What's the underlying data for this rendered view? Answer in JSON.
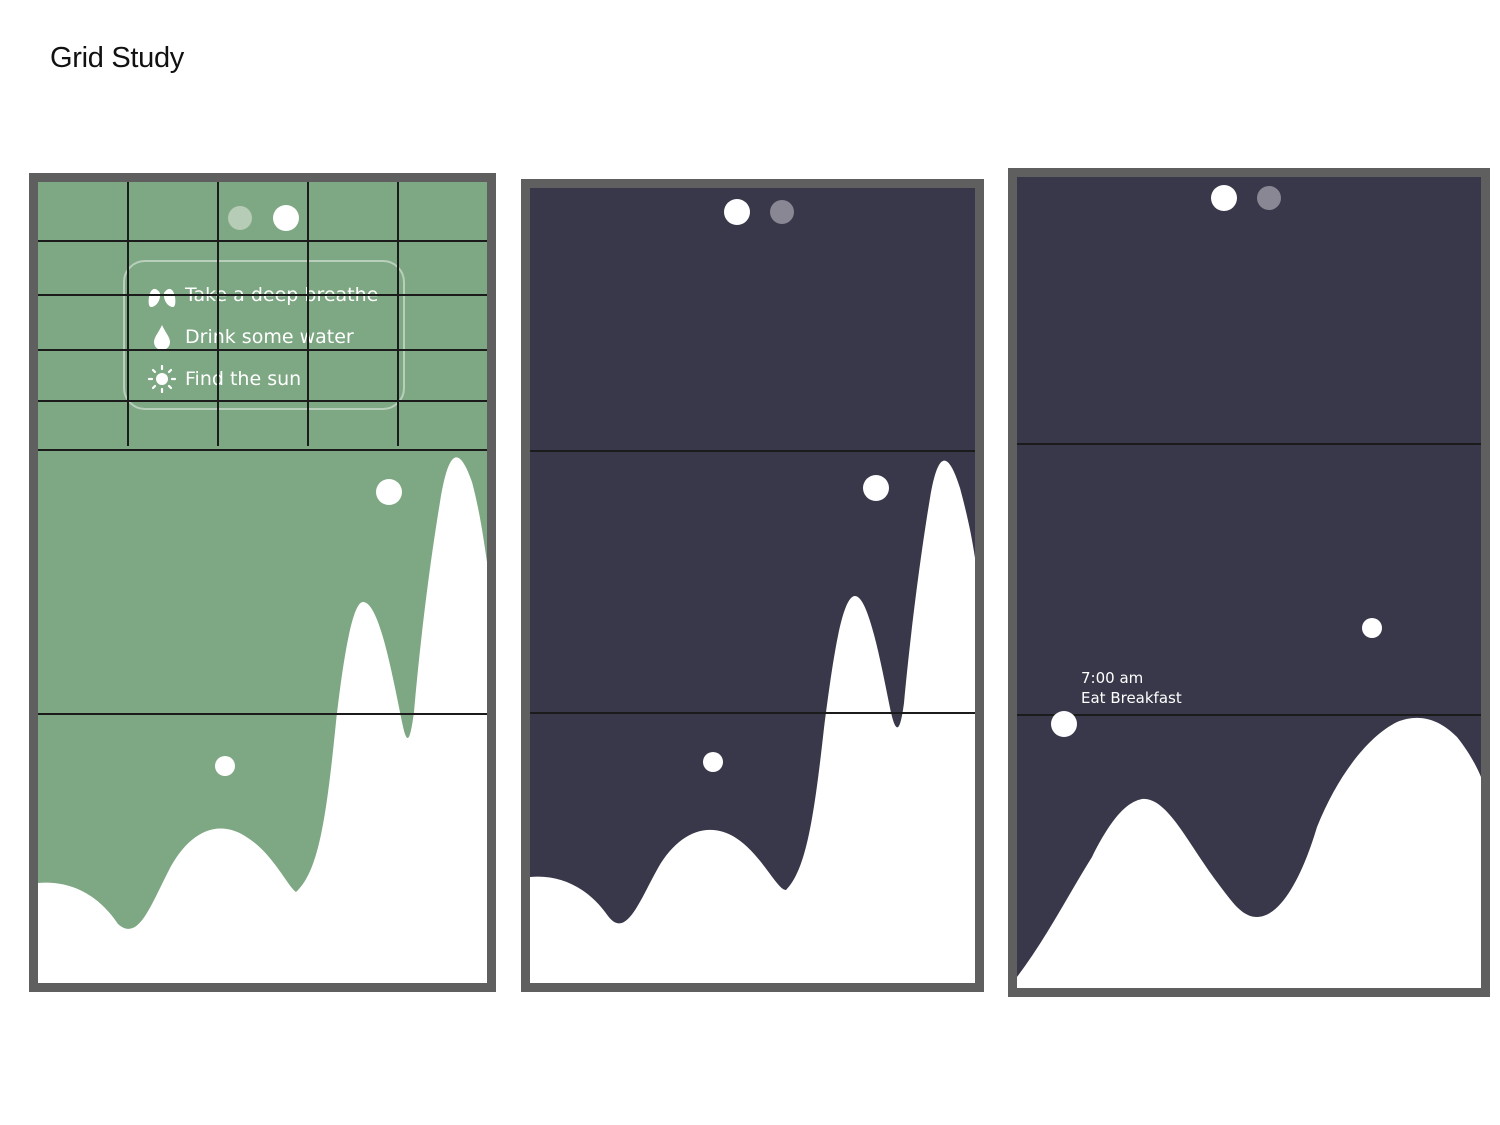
{
  "page": {
    "title": "Grid Study"
  },
  "colors": {
    "frame_border": "#5f5f5f",
    "green_background": "#7ea884",
    "navy_background": "#38384a",
    "wave_fill": "#ffffff",
    "grid_line": "#1b1b1b",
    "inactive_dot_green": "#b6ccb6",
    "inactive_dot_navy": "#8a8795"
  },
  "screens": [
    {
      "name": "screen-1-tasks",
      "background": "green",
      "page_indicator": {
        "pages": 2,
        "active": 2
      },
      "tasks": [
        {
          "icon": "lungs-icon",
          "label": "Take a deep breathe"
        },
        {
          "icon": "water-drop-icon",
          "label": "Drink some water"
        },
        {
          "icon": "sun-icon",
          "label": "Find the sun"
        }
      ]
    },
    {
      "name": "screen-2-waves",
      "background": "navy",
      "page_indicator": {
        "pages": 2,
        "active": 1
      }
    },
    {
      "name": "screen-3-schedule",
      "background": "navy",
      "page_indicator": {
        "pages": 2,
        "active": 1
      },
      "event": {
        "time": "7:00 am",
        "label": "Eat Breakfast"
      }
    }
  ]
}
